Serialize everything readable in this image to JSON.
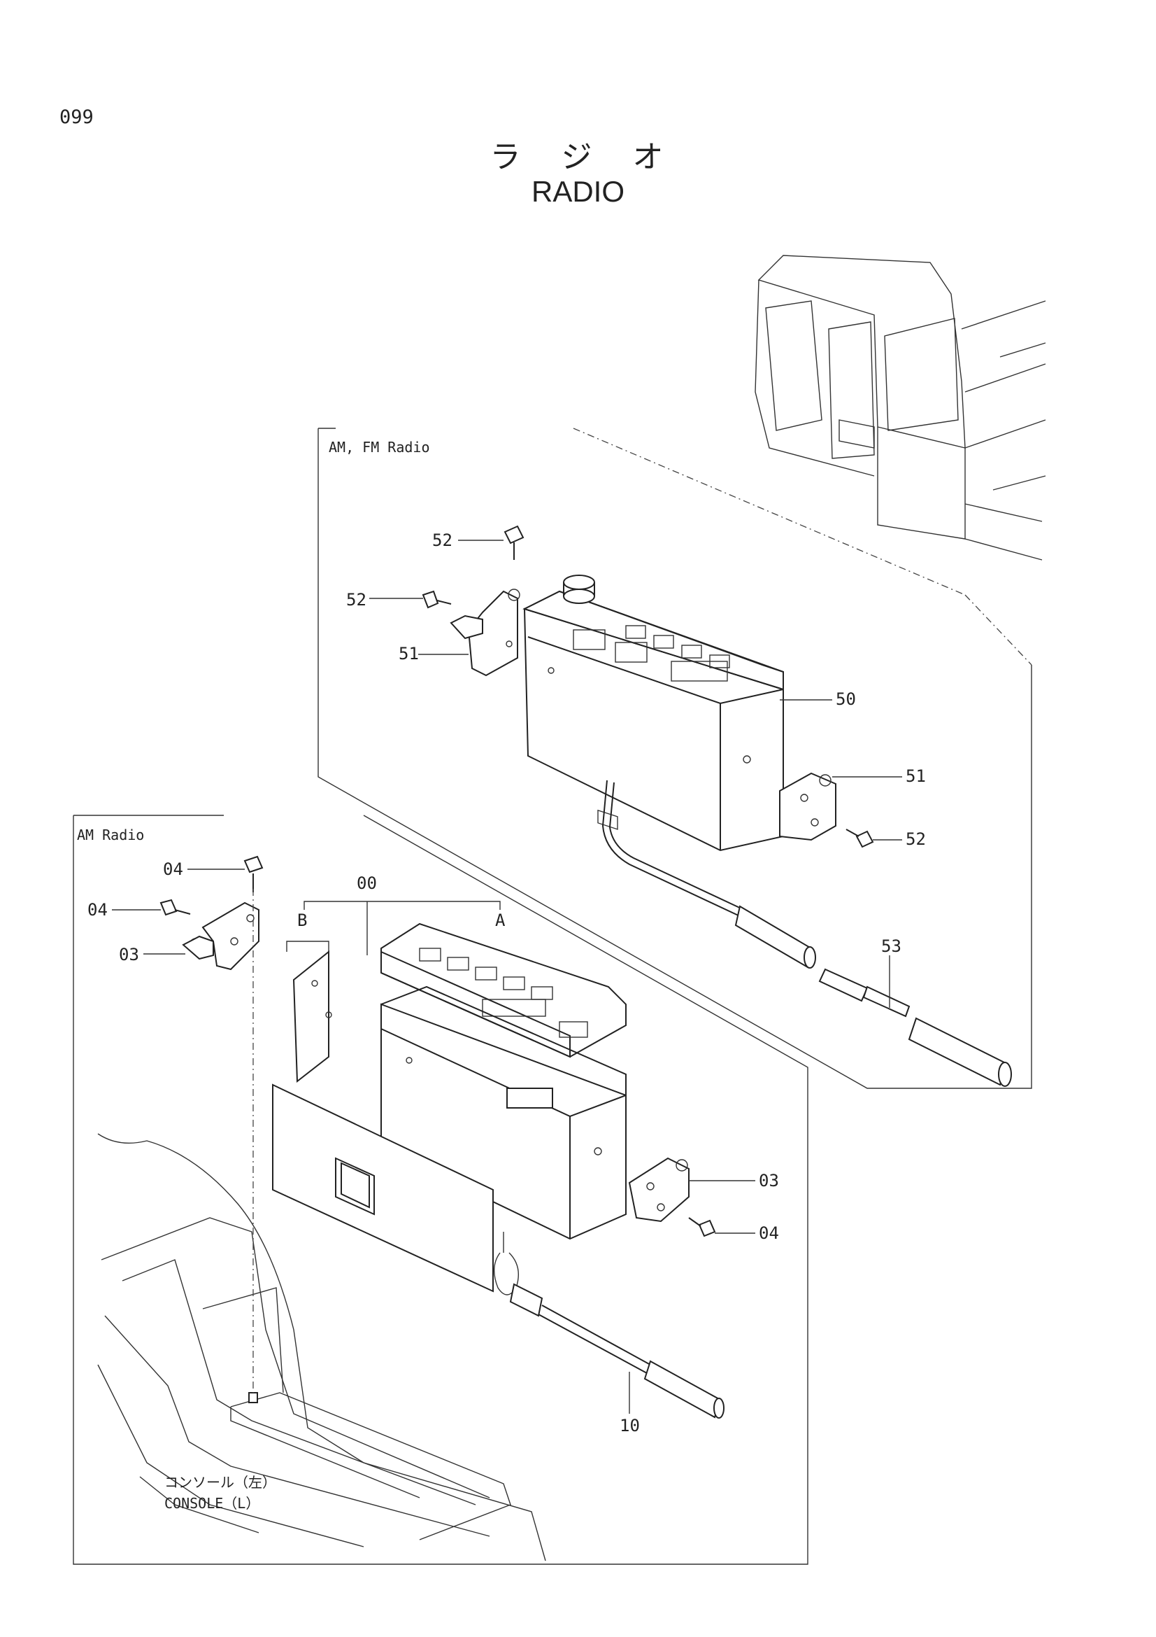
{
  "page": {
    "number": "099"
  },
  "title": {
    "jp": "ラ ジ オ",
    "en": "RADIO"
  },
  "groups": {
    "amfm": "AM, FM Radio",
    "am": "AM Radio"
  },
  "console_label": {
    "jp": "コンソール（左）",
    "en": "CONSOLE（L）"
  },
  "callouts": [
    {
      "id": "c52a",
      "text": "52"
    },
    {
      "id": "c52b",
      "text": "52"
    },
    {
      "id": "c51a",
      "text": "51"
    },
    {
      "id": "c50",
      "text": "50"
    },
    {
      "id": "c51b",
      "text": "51"
    },
    {
      "id": "c52c",
      "text": "52"
    },
    {
      "id": "c53",
      "text": "53"
    },
    {
      "id": "c04a",
      "text": "04"
    },
    {
      "id": "c04b",
      "text": "04"
    },
    {
      "id": "c03a",
      "text": "03"
    },
    {
      "id": "c00",
      "text": "00"
    },
    {
      "id": "cB",
      "text": "B"
    },
    {
      "id": "cA",
      "text": "A"
    },
    {
      "id": "c03b",
      "text": "03"
    },
    {
      "id": "c04c",
      "text": "04"
    },
    {
      "id": "c10",
      "text": "10"
    }
  ]
}
